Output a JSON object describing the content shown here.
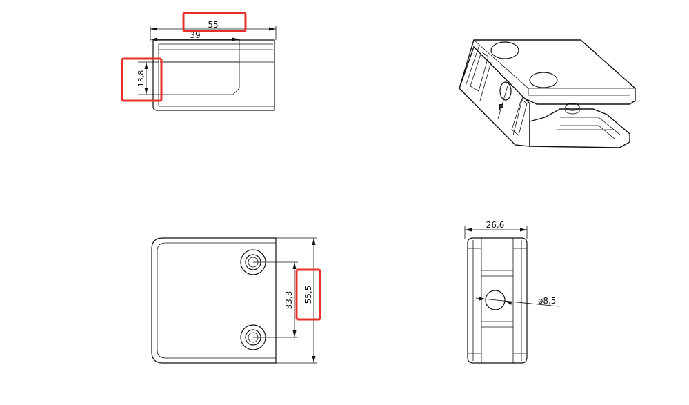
{
  "dimensions": {
    "top_view_width": "55",
    "top_view_inner": "39",
    "top_view_height": "13,8",
    "front_view_hole_spacing": "33,3",
    "front_view_height": "55,5",
    "side_view_width": "26,6",
    "side_view_hole_diameter": "ø8,5"
  },
  "iso_mark": "F",
  "highlight_color": "#e8302a"
}
